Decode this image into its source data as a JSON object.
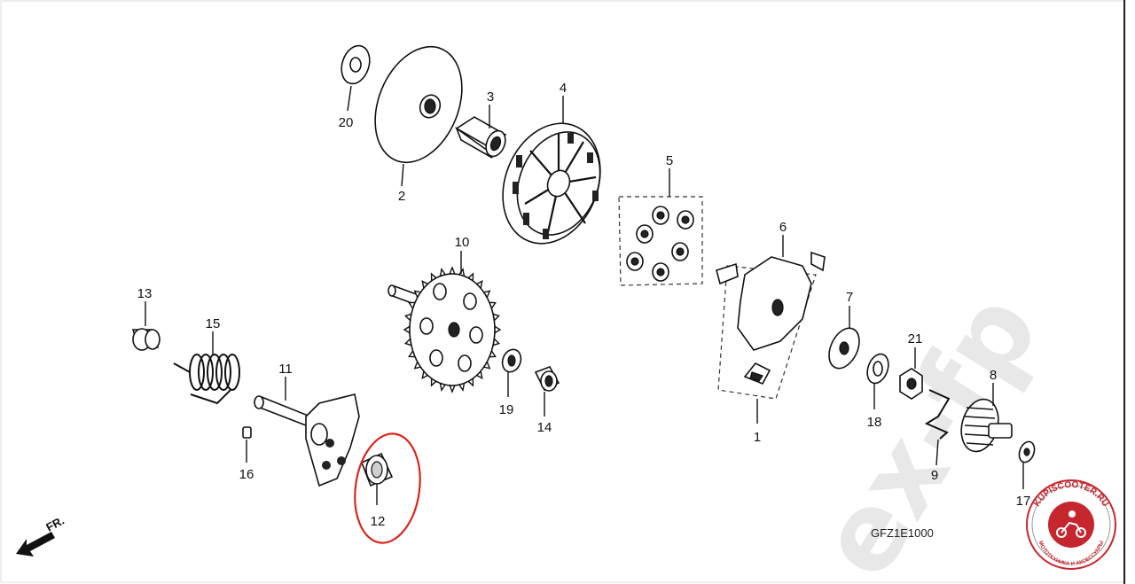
{
  "diagram": {
    "drawing_code": "GFZ1E1000",
    "front_indicator": "FR.",
    "watermark": "ex-fp",
    "highlighted_part": "12",
    "highlight_color": "#d9261c",
    "parts": [
      {
        "number": "1"
      },
      {
        "number": "2"
      },
      {
        "number": "3"
      },
      {
        "number": "4"
      },
      {
        "number": "5"
      },
      {
        "number": "6"
      },
      {
        "number": "7"
      },
      {
        "number": "8"
      },
      {
        "number": "9"
      },
      {
        "number": "10"
      },
      {
        "number": "11"
      },
      {
        "number": "12"
      },
      {
        "number": "13"
      },
      {
        "number": "14"
      },
      {
        "number": "15"
      },
      {
        "number": "16"
      },
      {
        "number": "17"
      },
      {
        "number": "18"
      },
      {
        "number": "19"
      },
      {
        "number": "20"
      },
      {
        "number": "21"
      }
    ]
  },
  "badge": {
    "top_text": "KUPISCOOTER.RU",
    "bottom_text": "МОТОТЕХНИКА И АКСЕССУАРЫ",
    "accent_color": "#c6262e"
  }
}
